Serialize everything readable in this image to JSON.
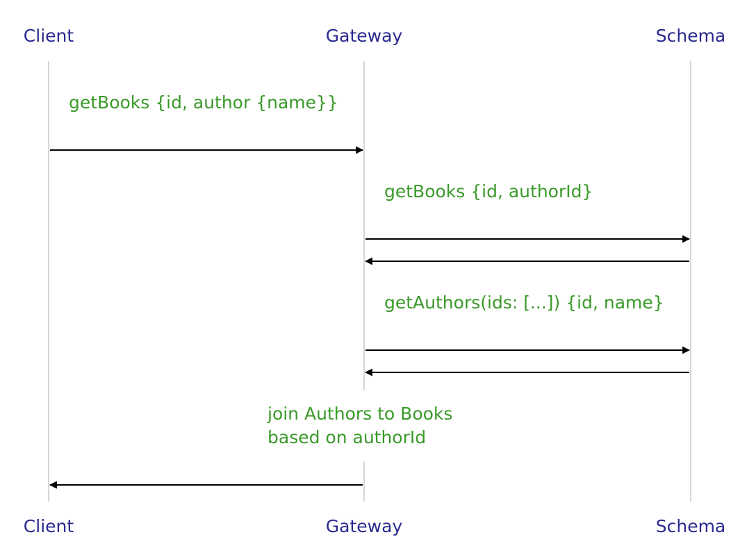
{
  "colors": {
    "participant_text": "#2a2a8f",
    "message_text": "#3a9a2a",
    "lifeline": "#c8c8c8",
    "arrow": "#000000",
    "background": "#ffffff"
  },
  "participants": [
    {
      "id": "client",
      "label": "Client"
    },
    {
      "id": "gateway",
      "label": "Gateway"
    },
    {
      "id": "schema",
      "label": "Schema"
    }
  ],
  "messages": [
    {
      "id": "m1",
      "from": "client",
      "to": "gateway",
      "label": "getBooks {id, author {name}}"
    },
    {
      "id": "m2",
      "from": "gateway",
      "to": "schema",
      "label": "getBooks {id, authorId}"
    },
    {
      "id": "m3",
      "from": "schema",
      "to": "gateway",
      "label": ""
    },
    {
      "id": "m4",
      "from": "gateway",
      "to": "schema",
      "label": "getAuthors(ids: [...]) {id, name}"
    },
    {
      "id": "m5",
      "from": "schema",
      "to": "gateway",
      "label": ""
    },
    {
      "id": "m6",
      "from": "gateway",
      "to": "client",
      "label": ""
    }
  ],
  "notes": [
    {
      "id": "join-note",
      "lines": [
        "join Authors to Books",
        "based on authorId"
      ]
    }
  ]
}
